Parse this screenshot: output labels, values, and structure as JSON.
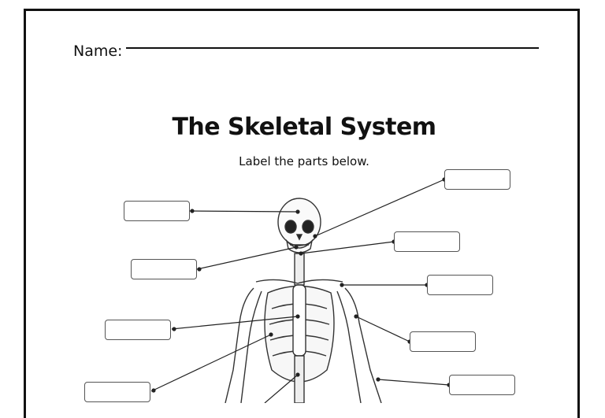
{
  "worksheet": {
    "name_label": "Name:",
    "title": "The Skeletal System",
    "instructions": "Label the parts below."
  },
  "label_boxes": [
    {
      "id": "skull",
      "value": ""
    },
    {
      "id": "mandible",
      "value": ""
    },
    {
      "id": "cranium",
      "value": ""
    },
    {
      "id": "vertebra-neck",
      "value": ""
    },
    {
      "id": "clavicle",
      "value": ""
    },
    {
      "id": "sternum",
      "value": ""
    },
    {
      "id": "humerus",
      "value": ""
    },
    {
      "id": "ribs",
      "value": ""
    },
    {
      "id": "radius",
      "value": ""
    },
    {
      "id": "ulna",
      "value": ""
    }
  ]
}
